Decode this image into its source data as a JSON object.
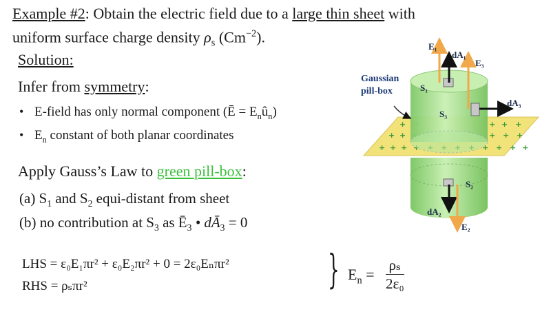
{
  "title": {
    "example": "Example #2",
    "rest_a": ": Obtain the electric field due to a ",
    "underlined": "large thin sheet",
    "rest_b": " with",
    "line2_a": "uniform surface charge density ",
    "rho": "ρ",
    "line2_b": " (Cm",
    "exp": "−2",
    "line2_c": ")."
  },
  "solution_label": "Solution:",
  "infer": {
    "prefix": "Infer from ",
    "word": "symmetry",
    "suffix": ":"
  },
  "bullets": [
    "E-field has only normal component (Ē = E",
    "E",
    " constant of both planar coordinates"
  ],
  "bullet1_tail": {
    "n1": "n",
    "u": "û",
    "n2": "n",
    "close": ")"
  },
  "gauss": {
    "prefix": "Apply Gauss’s Law to ",
    "link": "green pill-box",
    "suffix": ":"
  },
  "items": [
    {
      "a": "(a)  S",
      "s1": "1",
      "b": " and S",
      "s2": "2",
      "c": " equi-distant from sheet"
    },
    {
      "a": "(b)  no contribution at S",
      "s3": "3",
      "b": " as  Ē",
      "s4": "3",
      "c": " • dĀ",
      "s5": "3",
      "d": " = 0"
    }
  ],
  "equations": {
    "lhs": "LHS = ε₀E₁πr² + ε₀E₂πr² + 0 = 2ε₀Eₙπr²",
    "rhs": "RHS = ρₛπr²",
    "en": "E",
    "en_sub": "n",
    "num": "ρₛ",
    "den": "2ε₀"
  },
  "diagram": {
    "gaussian_label_1": "Gaussian",
    "gaussian_label_2": "pill-box",
    "s1": "S₁",
    "s2": "S₂",
    "s3": "S₃",
    "e1": "E₁",
    "da1": "dA₁",
    "e3": "E₃",
    "da3": "dA₃",
    "da2": "dA₂",
    "e2": "E₂",
    "colors": {
      "sheet": "#f2e27a",
      "cylinder": "#a8df8a",
      "arrow_e": "#f0a84a",
      "arrow_da": "#111111",
      "plus": "#3a9a3a"
    }
  }
}
